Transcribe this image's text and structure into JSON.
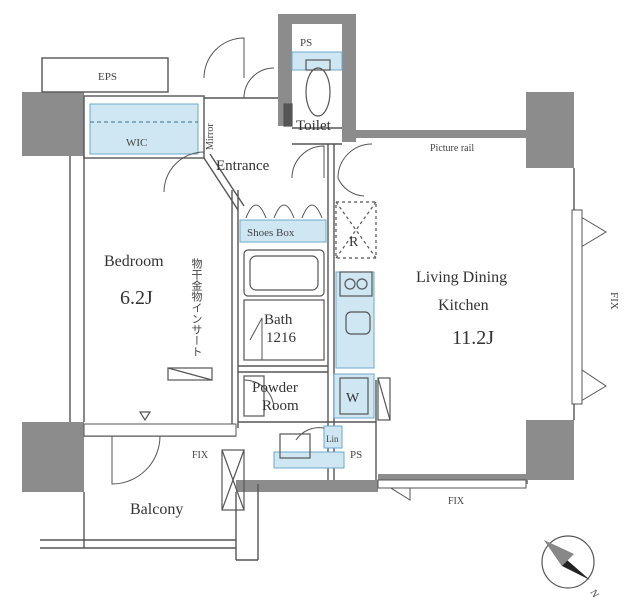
{
  "colors": {
    "wall": "#8c8c8c",
    "line": "#555555",
    "accent": "#cfe6f3",
    "accentStroke": "#6fa8c7"
  },
  "labels": {
    "eps": "EPS",
    "ps_top": "PS",
    "ps_bottom": "PS",
    "wic": "WIC",
    "mirror": "Mirror",
    "toilet": "Toilet",
    "entrance": "Entrance",
    "picture_rail": "Picture rail",
    "shoes_box": "Shoes Box",
    "refrigerator": "R",
    "bedroom": "Bedroom",
    "bedroom_size": "6.2J",
    "insert_note": "物干金物インサート",
    "bath": "Bath",
    "bath_size": "1216",
    "powder_room_1": "Powder",
    "powder_room_2": "Room",
    "washer": "W",
    "linen": "Lin",
    "ldk_1": "Living Dining",
    "ldk_2": "Kitchen",
    "ldk_size": "11.2J",
    "fix_side": "FIX",
    "fix_balcony": "FIX",
    "fix_bottom": "FIX",
    "balcony": "Balcony",
    "north": "N"
  }
}
